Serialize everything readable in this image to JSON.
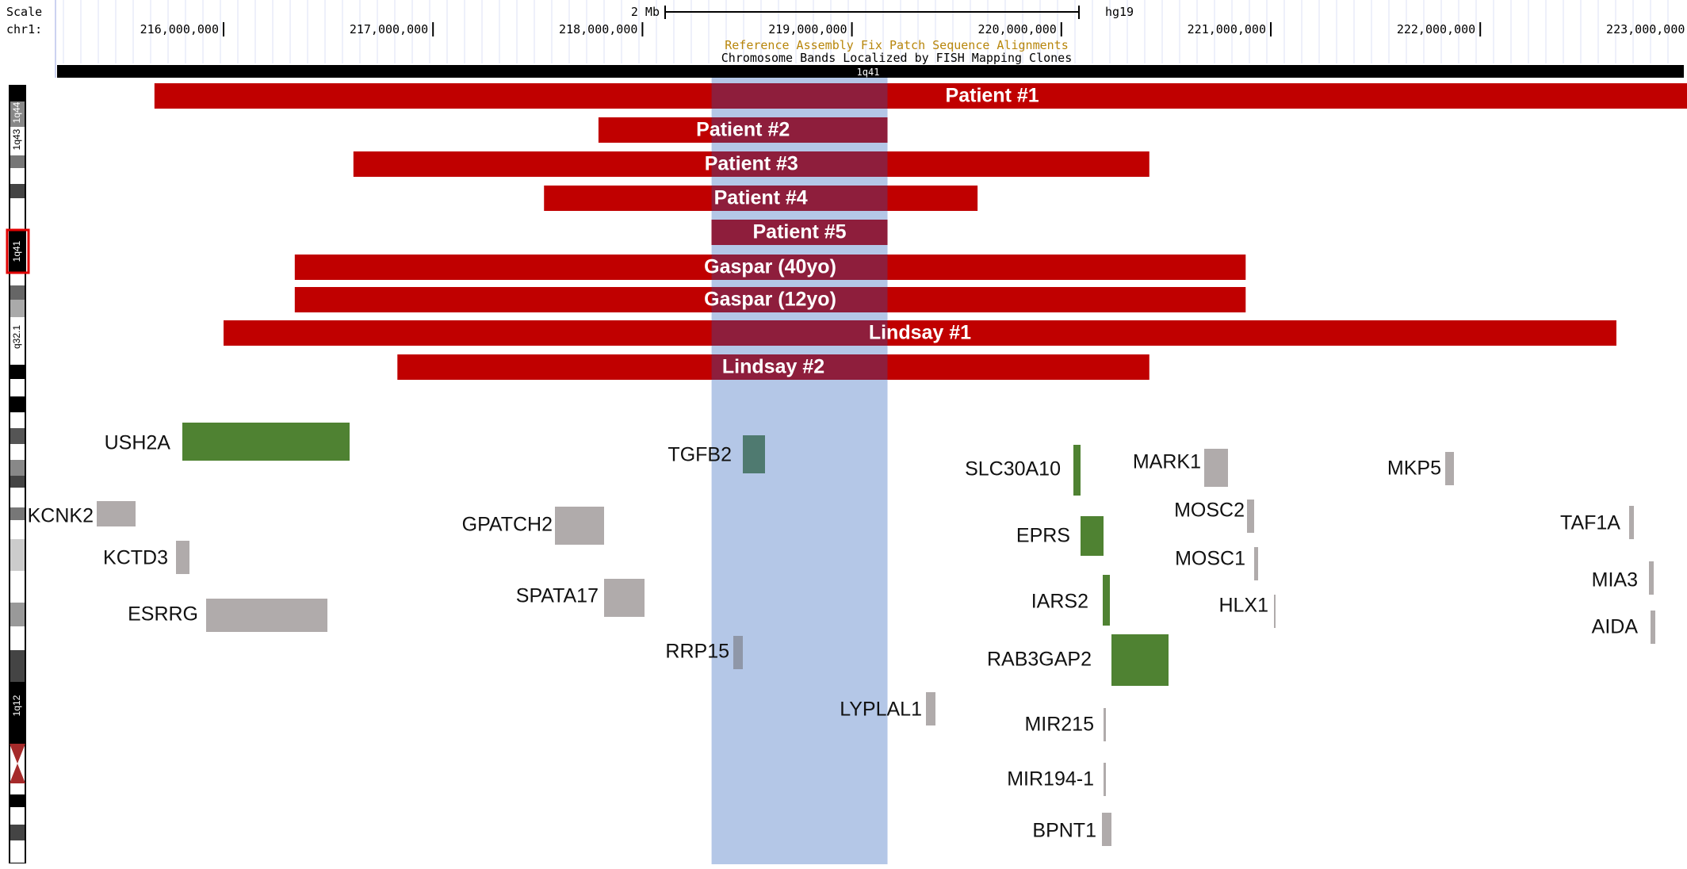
{
  "header": {
    "scale_label": "Scale",
    "chrom_label": "chr1:",
    "scale_bar_label": "2 Mb",
    "assembly": "hg19",
    "track_fix_patch": "Reference Assembly Fix Patch Sequence Alignments",
    "track_fish": "Chromosome Bands Localized by FISH Mapping Clones",
    "band_label": "1q41",
    "ticks": [
      "216,000,000",
      "217,000,000",
      "218,000,000",
      "219,000,000",
      "220,000,000",
      "221,000,000",
      "222,000,000",
      "223,000,000"
    ]
  },
  "ideogram": {
    "labels": [
      "1q44",
      "1q43",
      "1q41",
      "q32.1",
      "1q12"
    ]
  },
  "colors": {
    "deletion": "#c00000",
    "highlight": "#b4c7e7",
    "overlap": "#8e1e3c",
    "gene_green": "#4f8232",
    "gene_gray": "#b0abab",
    "gene_overlap": "#4f7a70"
  },
  "highlight_region": {
    "start_mb": 218.33,
    "end_mb": 219.17
  },
  "deletions": [
    {
      "label": "Patient #1",
      "start_mb": 215.67,
      "end_mb": 223.67
    },
    {
      "label": "Patient #2",
      "start_mb": 217.79,
      "end_mb": 219.17
    },
    {
      "label": "Patient #3",
      "start_mb": 216.62,
      "end_mb": 220.42
    },
    {
      "label": "Patient #4",
      "start_mb": 217.53,
      "end_mb": 219.6
    },
    {
      "label": "Patient #5",
      "start_mb": 218.33,
      "end_mb": 219.17
    },
    {
      "label": "Gaspar (40yo)",
      "start_mb": 216.34,
      "end_mb": 220.88
    },
    {
      "label": "Gaspar (12yo)",
      "start_mb": 216.34,
      "end_mb": 220.88
    },
    {
      "label": "Lindsay #1",
      "start_mb": 216.0,
      "end_mb": 222.65
    },
    {
      "label": "Lindsay #2",
      "start_mb": 216.83,
      "end_mb": 220.42
    }
  ],
  "genes": [
    {
      "name": "USH2A",
      "color": "green"
    },
    {
      "name": "KCNK2",
      "color": "gray"
    },
    {
      "name": "KCTD3",
      "color": "gray"
    },
    {
      "name": "ESRRG",
      "color": "gray"
    },
    {
      "name": "GPATCH2",
      "color": "gray"
    },
    {
      "name": "SPATA17",
      "color": "gray"
    },
    {
      "name": "TGFB2",
      "color": "green"
    },
    {
      "name": "RRP15",
      "color": "gray"
    },
    {
      "name": "LYPLAL1",
      "color": "gray"
    },
    {
      "name": "SLC30A10",
      "color": "green"
    },
    {
      "name": "EPRS",
      "color": "green"
    },
    {
      "name": "IARS2",
      "color": "green"
    },
    {
      "name": "RAB3GAP2",
      "color": "green"
    },
    {
      "name": "MIR215",
      "color": "gray"
    },
    {
      "name": "MIR194-1",
      "color": "gray"
    },
    {
      "name": "BPNT1",
      "color": "gray"
    },
    {
      "name": "MARK1",
      "color": "gray"
    },
    {
      "name": "MOSC2",
      "color": "gray"
    },
    {
      "name": "MOSC1",
      "color": "gray"
    },
    {
      "name": "HLX1",
      "color": "gray"
    },
    {
      "name": "MKP5",
      "color": "gray"
    },
    {
      "name": "TAF1A",
      "color": "gray"
    },
    {
      "name": "MIA3",
      "color": "gray"
    },
    {
      "name": "AIDA",
      "color": "gray"
    }
  ]
}
